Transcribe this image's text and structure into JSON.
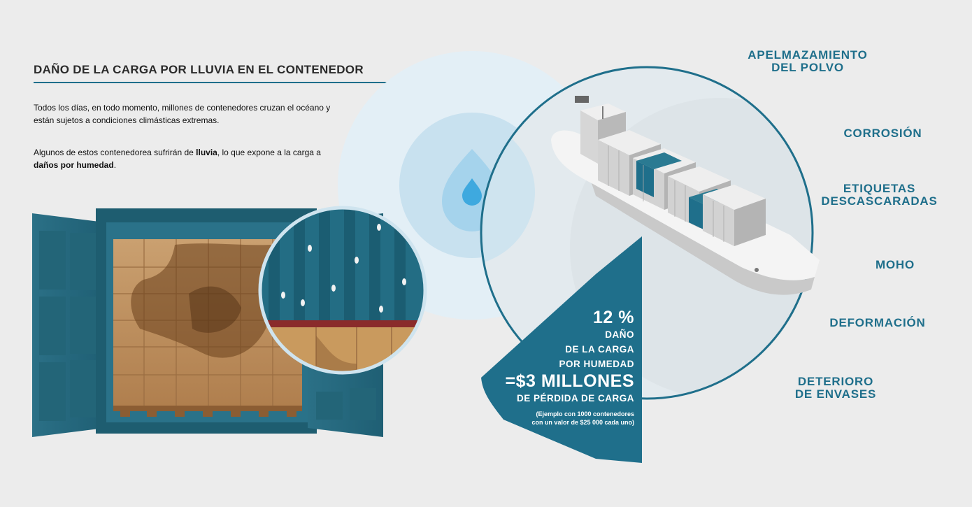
{
  "header": {
    "title": "DAÑO DE LA CARGA POR LLUVIA EN EL CONTENEDOR"
  },
  "intro": {
    "p1": "Todos los días, en todo momento, millones de contenedores cruzan el océano y están sujetos a condiciones climásticas extremas.",
    "p2_a": "Algunos de estos contenedorea sufrirán de ",
    "p2_b": "lluvia",
    "p2_c": ", lo que expone a la carga a ",
    "p2_d": "daños por humedad",
    "p2_e": "."
  },
  "stats": {
    "percent": "12 %",
    "line1": "DAÑO",
    "line2": "DE LA CARGA",
    "line3": "POR HUMEDAD",
    "amount": "=$3 MILLONES",
    "line4": "DE PÉRDIDA DE CARGA",
    "note1": "(Ejemplo con 1000 contenedores",
    "note2": "con un valor de $25 000 cada uno)"
  },
  "effects": [
    "APELMAZAMIENTO\nDEL POLVO",
    "CORROSIÓN",
    "ETIQUETAS\nDESCASCARADAS",
    "MOHO",
    "DEFORMACIÓN",
    "DETERIORO\nDE ENVASES"
  ],
  "colors": {
    "accent": "#1f6f8b",
    "background": "#ececec",
    "container": "#256a80",
    "water": "#5fbde6"
  }
}
